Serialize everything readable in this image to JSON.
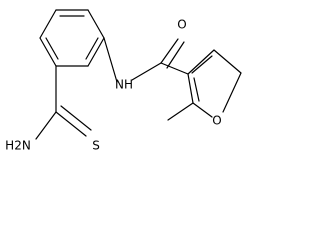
{
  "structure": {
    "atoms": {
      "nh": "NH",
      "o_carbonyl": "O",
      "o_furan": "O",
      "nh2": "H2N",
      "s": "S"
    }
  }
}
